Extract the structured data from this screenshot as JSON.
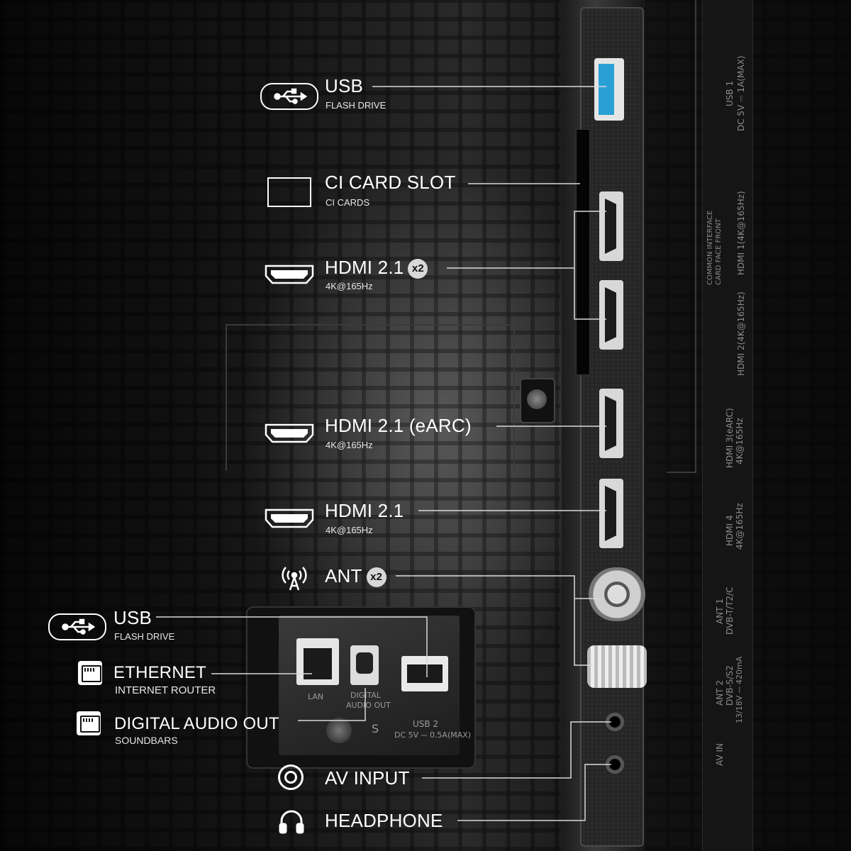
{
  "features": {
    "usb_top": {
      "title": "USB",
      "subtitle": "FLASH DRIVE"
    },
    "ci_card_slot": {
      "title": "CI CARD SLOT",
      "subtitle": "CI CARDS"
    },
    "hdmi_x2": {
      "title": "HDMI 2.1",
      "badge": "x2",
      "subtitle": "4K@165Hz"
    },
    "hdmi_earc": {
      "title": "HDMI 2.1 (eARC)",
      "subtitle": "4K@165Hz"
    },
    "hdmi": {
      "title": "HDMI 2.1",
      "subtitle": "4K@165Hz"
    },
    "ant": {
      "title": "ANT",
      "badge": "x2"
    },
    "usb_side": {
      "title": "USB",
      "subtitle": "FLASH DRIVE"
    },
    "ethernet": {
      "title": "ETHERNET",
      "subtitle": "INTERNET ROUTER"
    },
    "digital_audio_out": {
      "title": "DIGITAL AUDIO OUT",
      "subtitle": "SOUNDBARS"
    },
    "av_input": {
      "title": "AV INPUT"
    },
    "headphone": {
      "title": "HEADPHONE"
    }
  },
  "panel_labels": {
    "lan": "LAN",
    "digital_audio_out_line1": "DIGITAL",
    "digital_audio_out_line2": "AUDIO OUT",
    "usb2": "USB 2",
    "usb2_power": "DC 5V ⎓ 0.5A(MAX)",
    "s_mark": "S",
    "usb1": "USB 1",
    "usb1_power": "DC 5V ⎓ 1A(MAX)",
    "common_interface": "COMMON INTERFACE",
    "card_face_front": "CARD FACE FRONT",
    "hdmi1": "HDMI 1(4K@165Hz)",
    "hdmi2": "HDMI 2(4K@165Hz)",
    "hdmi3": "HDMI 3(eARC)",
    "hdmi3_sub": "4K@165Hz",
    "hdmi4": "HDMI 4",
    "hdmi4_sub": "4K@165Hz",
    "ant1": "ANT 1",
    "ant1_sub": "DVB-T/T2/C",
    "ant2": "ANT 2",
    "ant2_sub": "DVB-S/S2",
    "ant2_power": "13/18V ⎓ 420mA",
    "av_in": "AV IN"
  },
  "colors": {
    "usb_blue": "#2a9fd6",
    "line": "#d9d9d9",
    "badge": "#d8d8d8"
  }
}
